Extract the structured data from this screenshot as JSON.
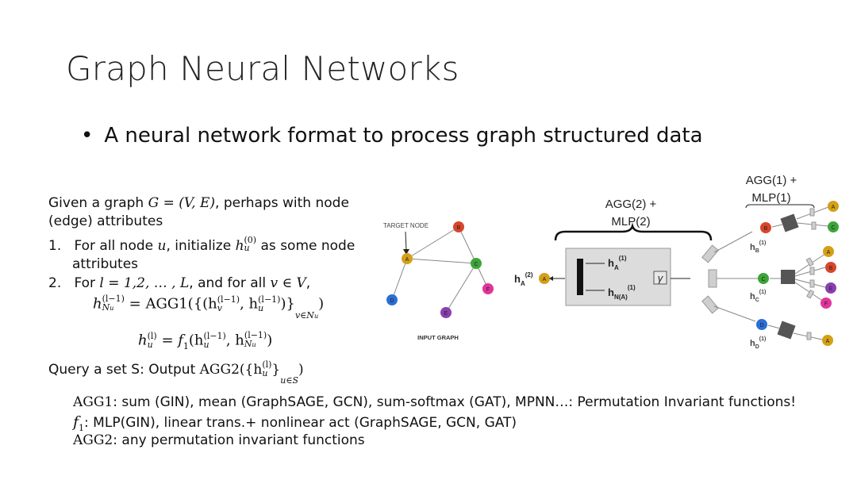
{
  "slide": {
    "title": "Graph Neural Networks",
    "bullet": "A neural network format to process graph structured data"
  },
  "left_text": {
    "line1_a": "Given a graph ",
    "line1_math": "G = (V, E)",
    "line1_b": ", perhaps with node",
    "line2": "(edge) attributes",
    "item1_num": "1.",
    "item1_a": "For all node ",
    "item1_u": "u",
    "item1_b": ", initialize ",
    "item1_h": "h",
    "item1_hsub": "u",
    "item1_hsup": "(0)",
    "item1_c": " as some node",
    "item1_cont": "attributes",
    "item2_num": "2.",
    "item2_a": "For ",
    "item2_math": "l = 1,2, … , L",
    "item2_b": ", and for all ",
    "item2_math2": "v ∈ V",
    "item2_c": ",",
    "eq1_lhs": "h",
    "eq1_lhs_sub": "N",
    "eq1_lhs_subsub": "u",
    "eq1_lhs_sup": "(l−1)",
    "eq1_rhs": "= AGG1({(h",
    "eq1_hv_sub": "v",
    "eq1_hv_sup": "(l−1)",
    "eq1_comma": ", h",
    "eq1_hu_sub": "u",
    "eq1_hu_sup": "(l−1)",
    "eq1_close": ")}",
    "eq1_index": "v∈N",
    "eq1_index_sub": "u",
    "eq1_end": ")",
    "eq2_lhs": "h",
    "eq2_lhs_sub": "u",
    "eq2_lhs_sup": "(l)",
    "eq2_rhs": "= f",
    "eq2_f_sub": "1",
    "eq2_args": "(h",
    "eq2_a1_sub": "u",
    "eq2_a1_sup": "(l−1)",
    "eq2_comma": ", h",
    "eq2_a2_sub": "N",
    "eq2_a2_subsub": "u",
    "eq2_a2_sup": "(l−1)",
    "eq2_end": ")",
    "query_a": "Query a set S: Output ",
    "query_agg": "AGG2({h",
    "query_sub": "u",
    "query_sup": "(l)",
    "query_close": "}",
    "query_index": "u∈S",
    "query_end": ")"
  },
  "diagram": {
    "input_graph_label": "INPUT GRAPH",
    "target_node_label": "TARGET NODE",
    "nodes": [
      {
        "id": "A",
        "color": "#d4a017"
      },
      {
        "id": "B",
        "color": "#d9452b"
      },
      {
        "id": "C",
        "color": "#3da53a"
      },
      {
        "id": "D",
        "color": "#2b6fd6"
      },
      {
        "id": "E",
        "color": "#8a3fb0"
      },
      {
        "id": "F",
        "color": "#e0359b"
      }
    ],
    "agg2_label_line1": "AGG(2) +",
    "agg2_label_line2": "MLP(2)",
    "agg1_label_line1": "AGG(1) +",
    "agg1_label_line2": "MLP(1)",
    "hA2": "h",
    "hA2_sub": "A",
    "hA2_sup": "(2)",
    "box_hA1": "h",
    "box_hA1_sub": "A",
    "box_hA1_sup": "(1)",
    "box_hN1": "h",
    "box_hN1_sub": "N(A)",
    "box_hN1_sup": "(1)",
    "gamma": "γ",
    "hB1_sub": "B",
    "hC1_sub": "C",
    "hD1_sub": "D",
    "h_sup_1": "(1)",
    "h_letter": "h"
  },
  "bottom_notes": {
    "line1_agg": "AGG1",
    "line1_rest": ": sum (GIN), mean (GraphSAGE, GCN), sum-softmax (GAT), MPNN…: Permutation Invariant functions!",
    "line2_f": "f",
    "line2_fsub": "1",
    "line2_rest": ":  MLP(GIN), linear trans.+ nonlinear act (GraphSAGE, GCN, GAT)",
    "line3_agg": "AGG2",
    "line3_rest": ": any permutation invariant functions"
  }
}
